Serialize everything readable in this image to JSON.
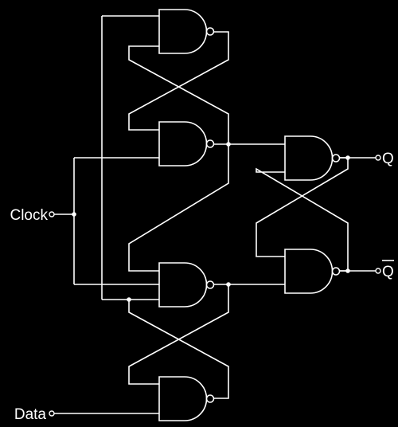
{
  "labels": {
    "clock": "Clock",
    "data": "Data",
    "q": "Q",
    "q_bar": "Q"
  },
  "colors": {
    "background": "#000000",
    "foreground": "#ffffff"
  }
}
